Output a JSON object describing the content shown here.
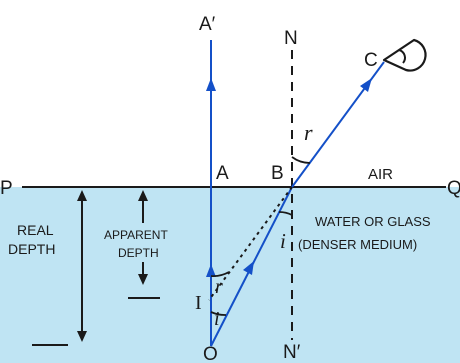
{
  "colors": {
    "water": "#bfe4f3",
    "ray": "#1450c8",
    "ink": "#1a1a1a"
  },
  "labels": {
    "a_prime": "A′",
    "n": "N",
    "c": "C",
    "r_top": "r",
    "p": "P",
    "a": "A",
    "b": "B",
    "air": "AIR",
    "q": "Q",
    "medium_line1": "WATER OR GLASS",
    "medium_line2": "(DENSER MEDIUM)",
    "i_right": "i",
    "real_depth_line1": "REAL",
    "real_depth_line2": "DEPTH",
    "apparent_depth_line1": "APPARENT",
    "apparent_depth_line2": "DEPTH",
    "r_bottom": "r",
    "i_image": "I",
    "i_bottom": "i",
    "o": "O",
    "n_prime": "N′"
  },
  "icons": {
    "eye": "eye-icon"
  }
}
